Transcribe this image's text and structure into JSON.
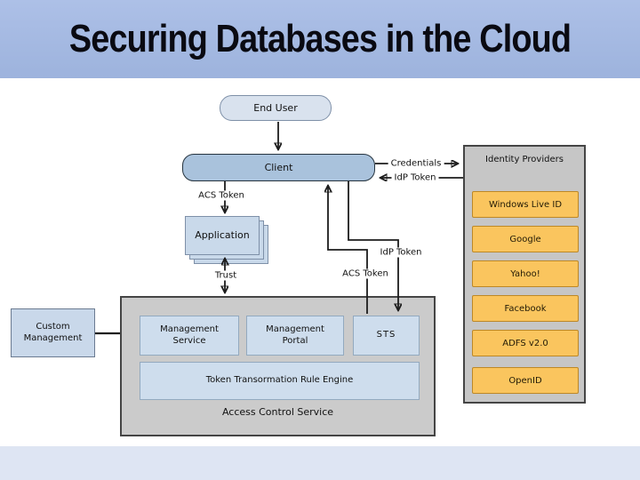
{
  "title": "Securing Databases in the Cloud",
  "diagram": {
    "end_user": "End User",
    "client": "Client",
    "application": "Application",
    "custom_management": "Custom Management",
    "labels": {
      "credentials": "Credentials",
      "idp_token_top": "IdP Token",
      "acs_token_client": "ACS Token",
      "trust": "Trust",
      "acs_token_sts": "ACS Token",
      "idp_token_sts": "IdP Token"
    },
    "identity_providers": {
      "title": "Identity Providers",
      "providers": [
        "Windows Live ID",
        "Google",
        "Yahoo!",
        "Facebook",
        "ADFS v2.0",
        "OpenID"
      ]
    },
    "acs": {
      "boxes": [
        "Management Service",
        "Management Portal",
        "STS"
      ],
      "rule_engine": "Token Transormation Rule Engine",
      "label": "Access Control Service"
    }
  },
  "colors": {
    "banner_blue": "#a3b8e0",
    "bottom_strip_blue": "#dee5f3",
    "client_blue": "#a9c2dc",
    "light_node_blue": "#cedded",
    "panel_gray": "#c6c6c6",
    "provider_orange": "#fac55e",
    "provider_border": "#bd8826",
    "wire_black": "#1c1c1c"
  }
}
